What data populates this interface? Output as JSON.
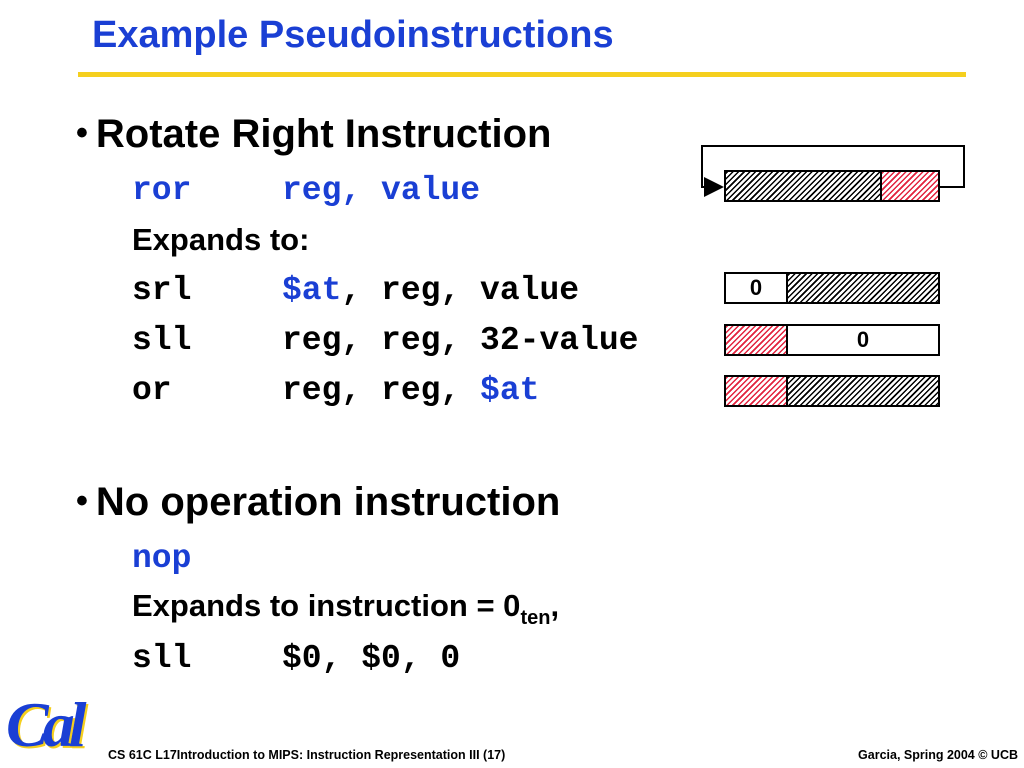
{
  "title": "Example Pseudoinstructions",
  "bullets": [
    {
      "heading": "Rotate Right Instruction",
      "code_op": "ror",
      "code_args": "reg, value",
      "expands_label": "Expands to:",
      "lines": [
        {
          "op": "srl",
          "args_a": "$at",
          "args_b": ", reg, value"
        },
        {
          "op": "sll",
          "args": "reg, reg, 32-value"
        },
        {
          "op": "or",
          "args_a": "reg, reg, ",
          "args_b": "$at"
        }
      ]
    },
    {
      "heading": "No operation instruction",
      "code": "nop",
      "expands_text": "Expands to instruction = 0",
      "expands_sub": "ten",
      "expands_tail": ",",
      "final_op": "sll",
      "final_args": "$0, $0, 0"
    }
  ],
  "diagram": {
    "zero_label_1": "0",
    "zero_label_2": "0"
  },
  "footer": {
    "left": "CS 61C L17Introduction to MIPS:  Instruction Representation III (17)",
    "right": "Garcia, Spring 2004 © UCB"
  },
  "logo": "Cal",
  "colors": {
    "title_blue": "#1a3fd4",
    "rule_yellow": "#f5cf1e",
    "hatch_red": "#e3223e"
  }
}
